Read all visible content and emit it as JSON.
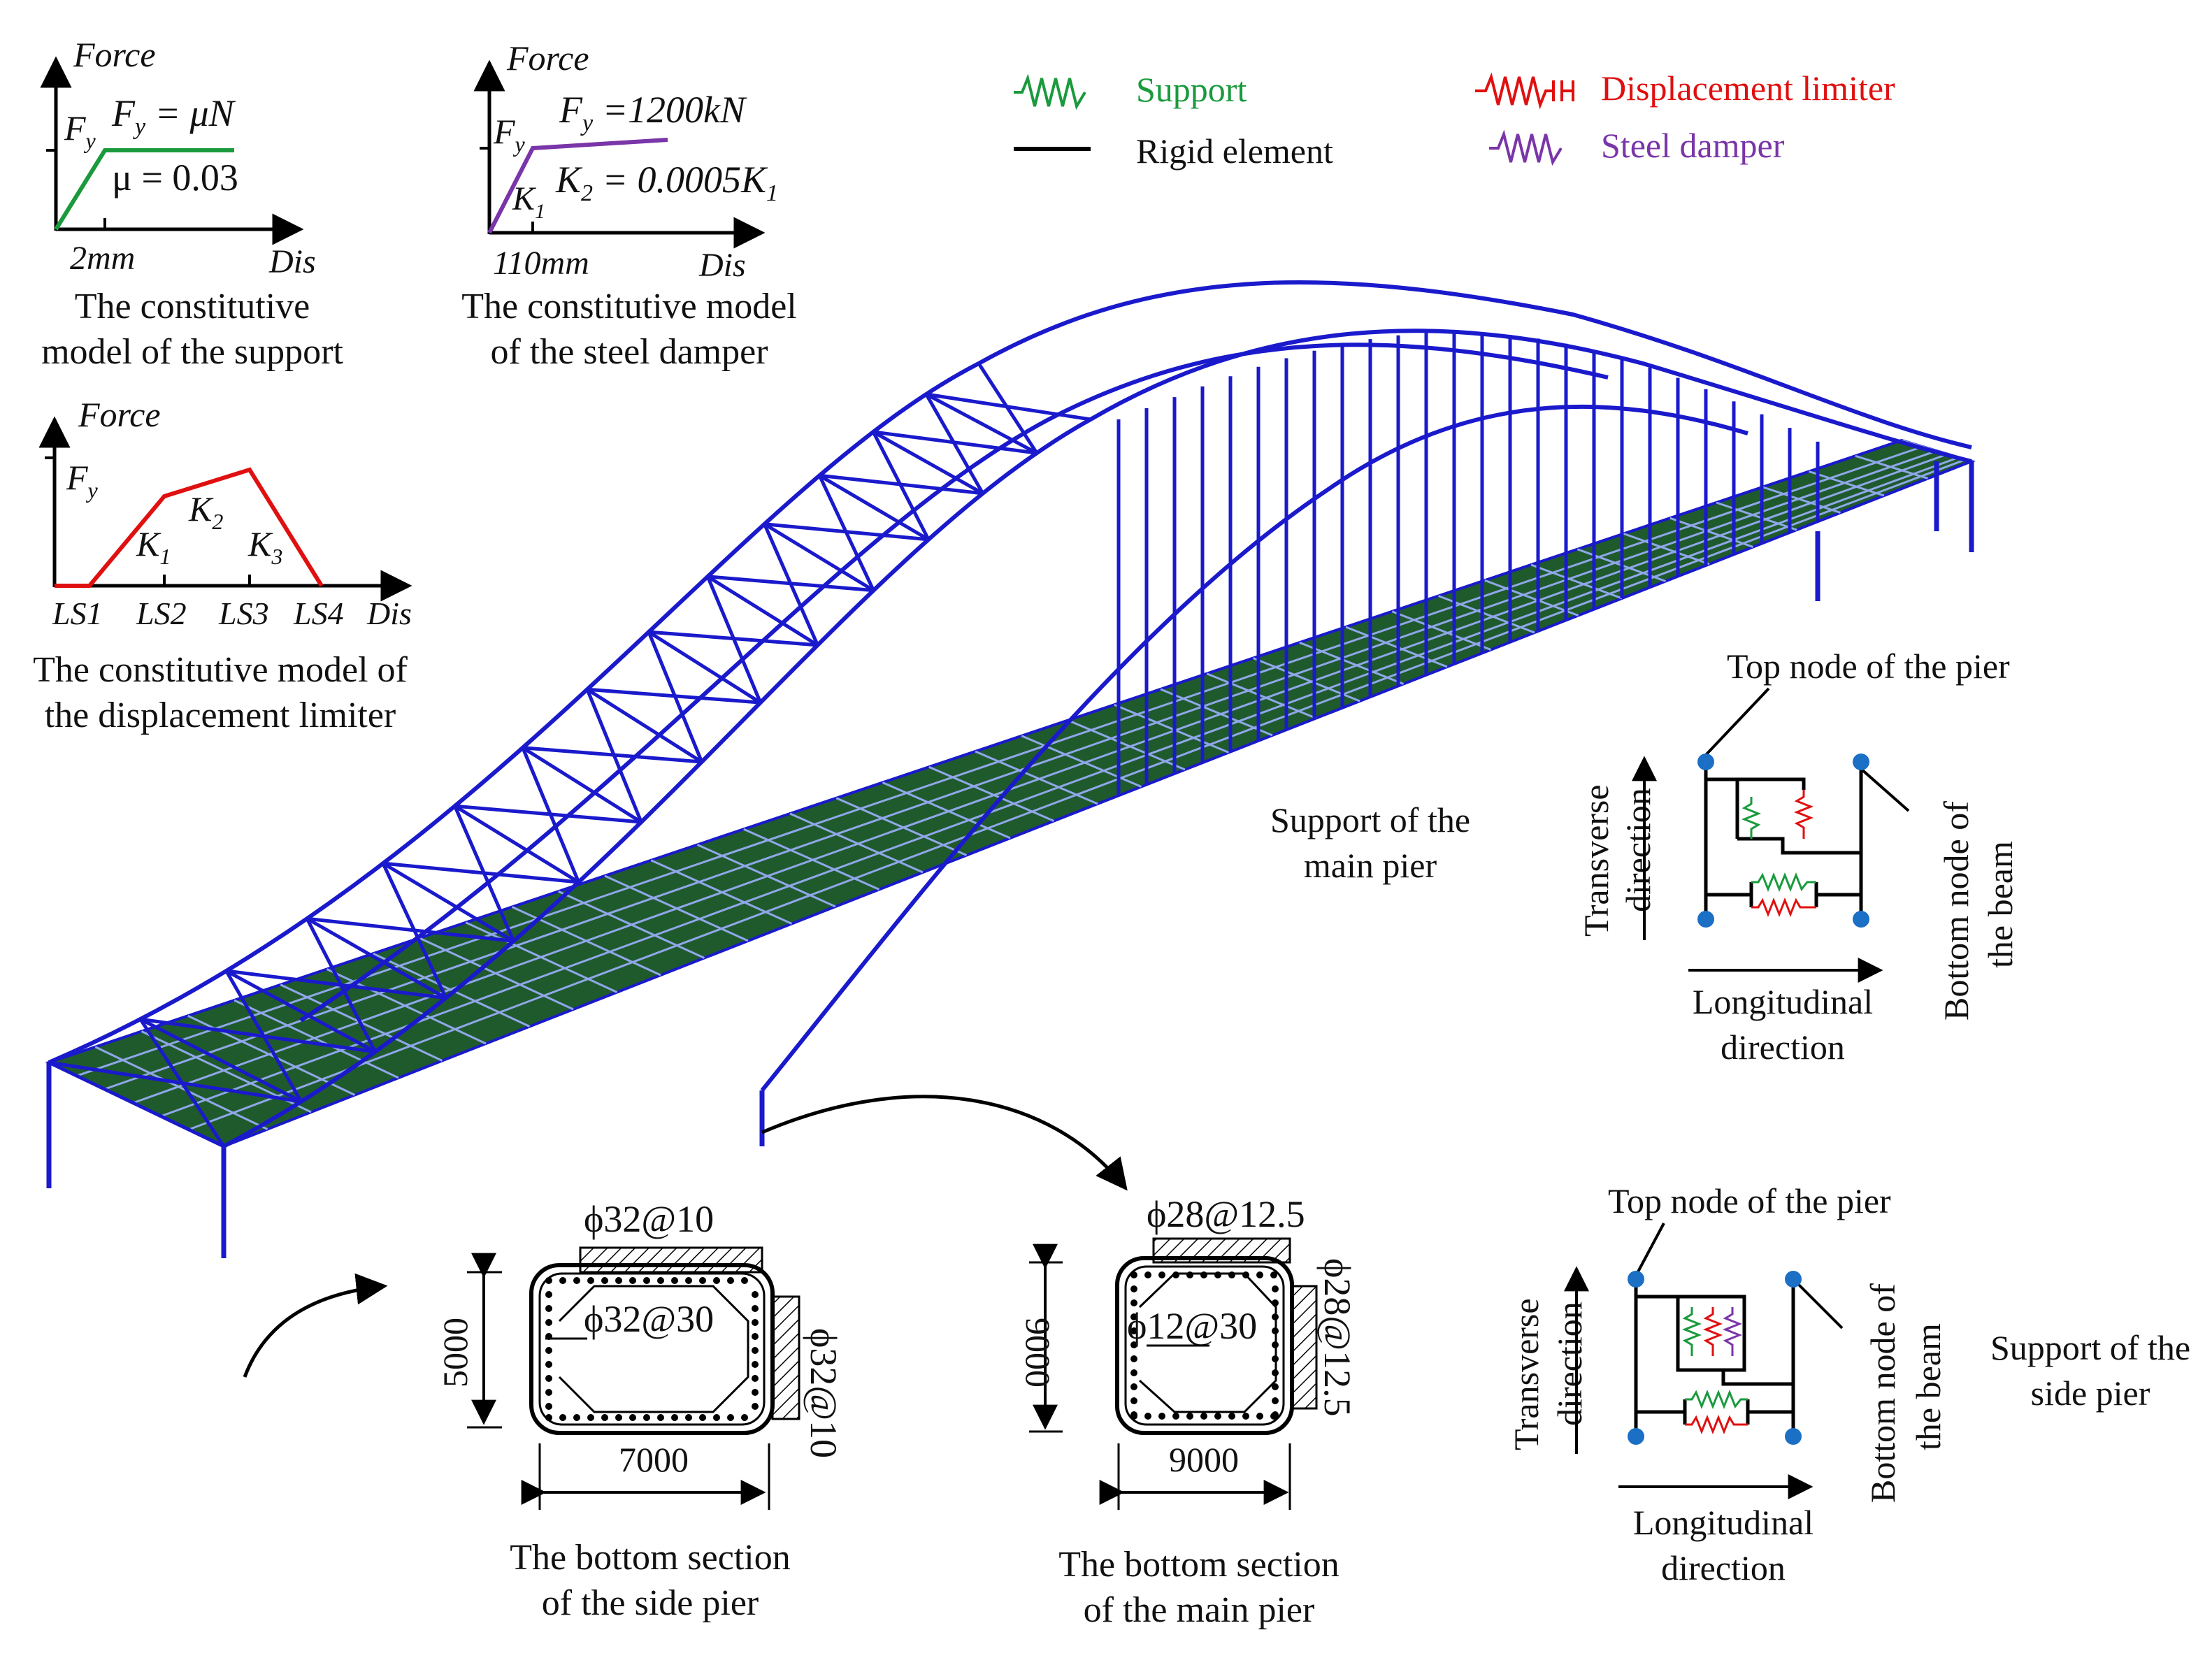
{
  "colors": {
    "support": "#1a9a3c",
    "rigid": "#000000",
    "limiter": "#e01010",
    "damper": "#7a35a8",
    "frame": "#1a1acc",
    "deck": "#1f5a2c",
    "node": "#1b6fc4"
  },
  "legend": {
    "support": "Support",
    "rigid": "Rigid element",
    "limiter": "Displacement limiter",
    "damper": "Steel damper"
  },
  "support_model": {
    "force": "Force",
    "fy": "F",
    "fy_sub": "y",
    "eq1_lhs": "F",
    "eq1_sub": "y",
    "eq1_rhs": " = μN",
    "eq2": "μ = 0.03",
    "x_tick": "2mm",
    "dis": "Dis",
    "caption1": "The constitutive",
    "caption2": "model of the support"
  },
  "damper_model": {
    "force": "Force",
    "fy": "F",
    "fy_sub": "y",
    "eq1_lhs": "F",
    "eq1_sub": "y",
    "eq1_rhs": " =1200kN",
    "k1": "K",
    "k1_sub": "1",
    "eq2_lhs": "K",
    "eq2_sub": "2",
    "eq2_mid": " = 0.0005K",
    "eq2_sub2": "1",
    "x_tick": "110mm",
    "dis": "Dis",
    "caption1": "The constitutive model",
    "caption2": "of the steel damper"
  },
  "limiter_model": {
    "force": "Force",
    "fy": "F",
    "fy_sub": "y",
    "k1": "K",
    "k1_sub": "1",
    "k2": "K",
    "k2_sub": "2",
    "k3": "K",
    "k3_sub": "3",
    "ticks": [
      "LS1",
      "LS2",
      "LS3",
      "LS4",
      "Dis"
    ],
    "caption1": "The constitutive model of",
    "caption2": "the displacement limiter"
  },
  "main_pier_support": {
    "title1": "Support of the",
    "title2": "main pier",
    "top_node": "Top node of the pier",
    "bottom_node1": "Bottom node of",
    "bottom_node2": "the beam",
    "transverse1": "Transverse",
    "transverse2": "direction",
    "longitudinal1": "Longitudinal",
    "longitudinal2": "direction"
  },
  "side_pier_support": {
    "title1": "Support of the",
    "title2": "side pier",
    "top_node": "Top node of the pier",
    "bottom_node1": "Bottom node of",
    "bottom_node2": "the beam",
    "transverse1": "Transverse",
    "transverse2": "direction",
    "longitudinal1": "Longitudinal",
    "longitudinal2": "direction"
  },
  "side_pier_section": {
    "top_rebar": "ϕ32@10",
    "inner_rebar": "ϕ32@30",
    "side_rebar": "ϕ32@10",
    "height": "5000",
    "width": "7000",
    "caption1": "The bottom section",
    "caption2": "of the side pier"
  },
  "main_pier_section": {
    "top_rebar": "ϕ28@12.5",
    "inner_rebar": "ϕ12@30",
    "side_rebar": "ϕ28@12.5",
    "height": "9000",
    "width": "9000",
    "caption1": "The bottom section",
    "caption2": "of the main pier"
  }
}
